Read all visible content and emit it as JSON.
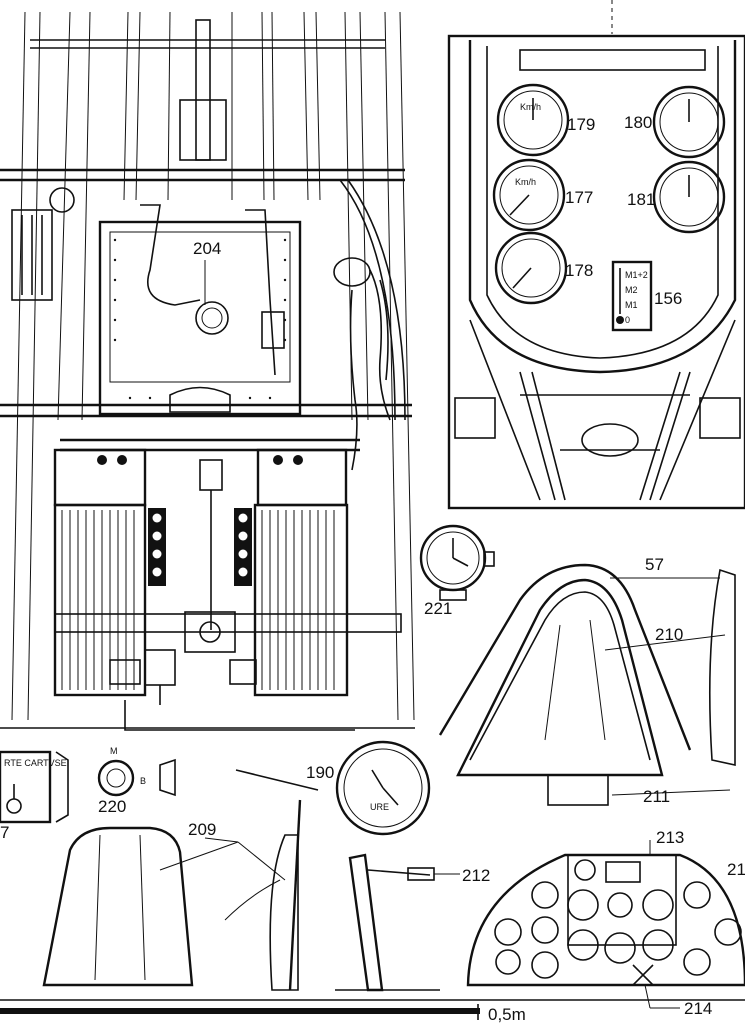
{
  "labels": {
    "l204": "204",
    "l179": "179",
    "l180": "180",
    "l177": "177",
    "l181": "181",
    "l178": "178",
    "l156": "156",
    "l221": "221",
    "l57": "57",
    "l210": "210",
    "l211": "211",
    "l190": "190",
    "l220": "220",
    "l209": "209",
    "l212": "212",
    "l213": "213",
    "l21x": "21",
    "l214": "214",
    "l7": "7",
    "scale": "0,5m"
  },
  "panel_text": {
    "selector_m12": "M1+2",
    "selector_m2": "M2",
    "selector_m1": "M1",
    "selector_0": "0",
    "switch_m": "M",
    "switch_b": "B",
    "cartridge_plate": "RTE CARTVSE",
    "clock_ure": "URE",
    "gauge_kmh": "Km/h"
  },
  "colors": {
    "ink": "#111111",
    "paper": "#ffffff"
  }
}
